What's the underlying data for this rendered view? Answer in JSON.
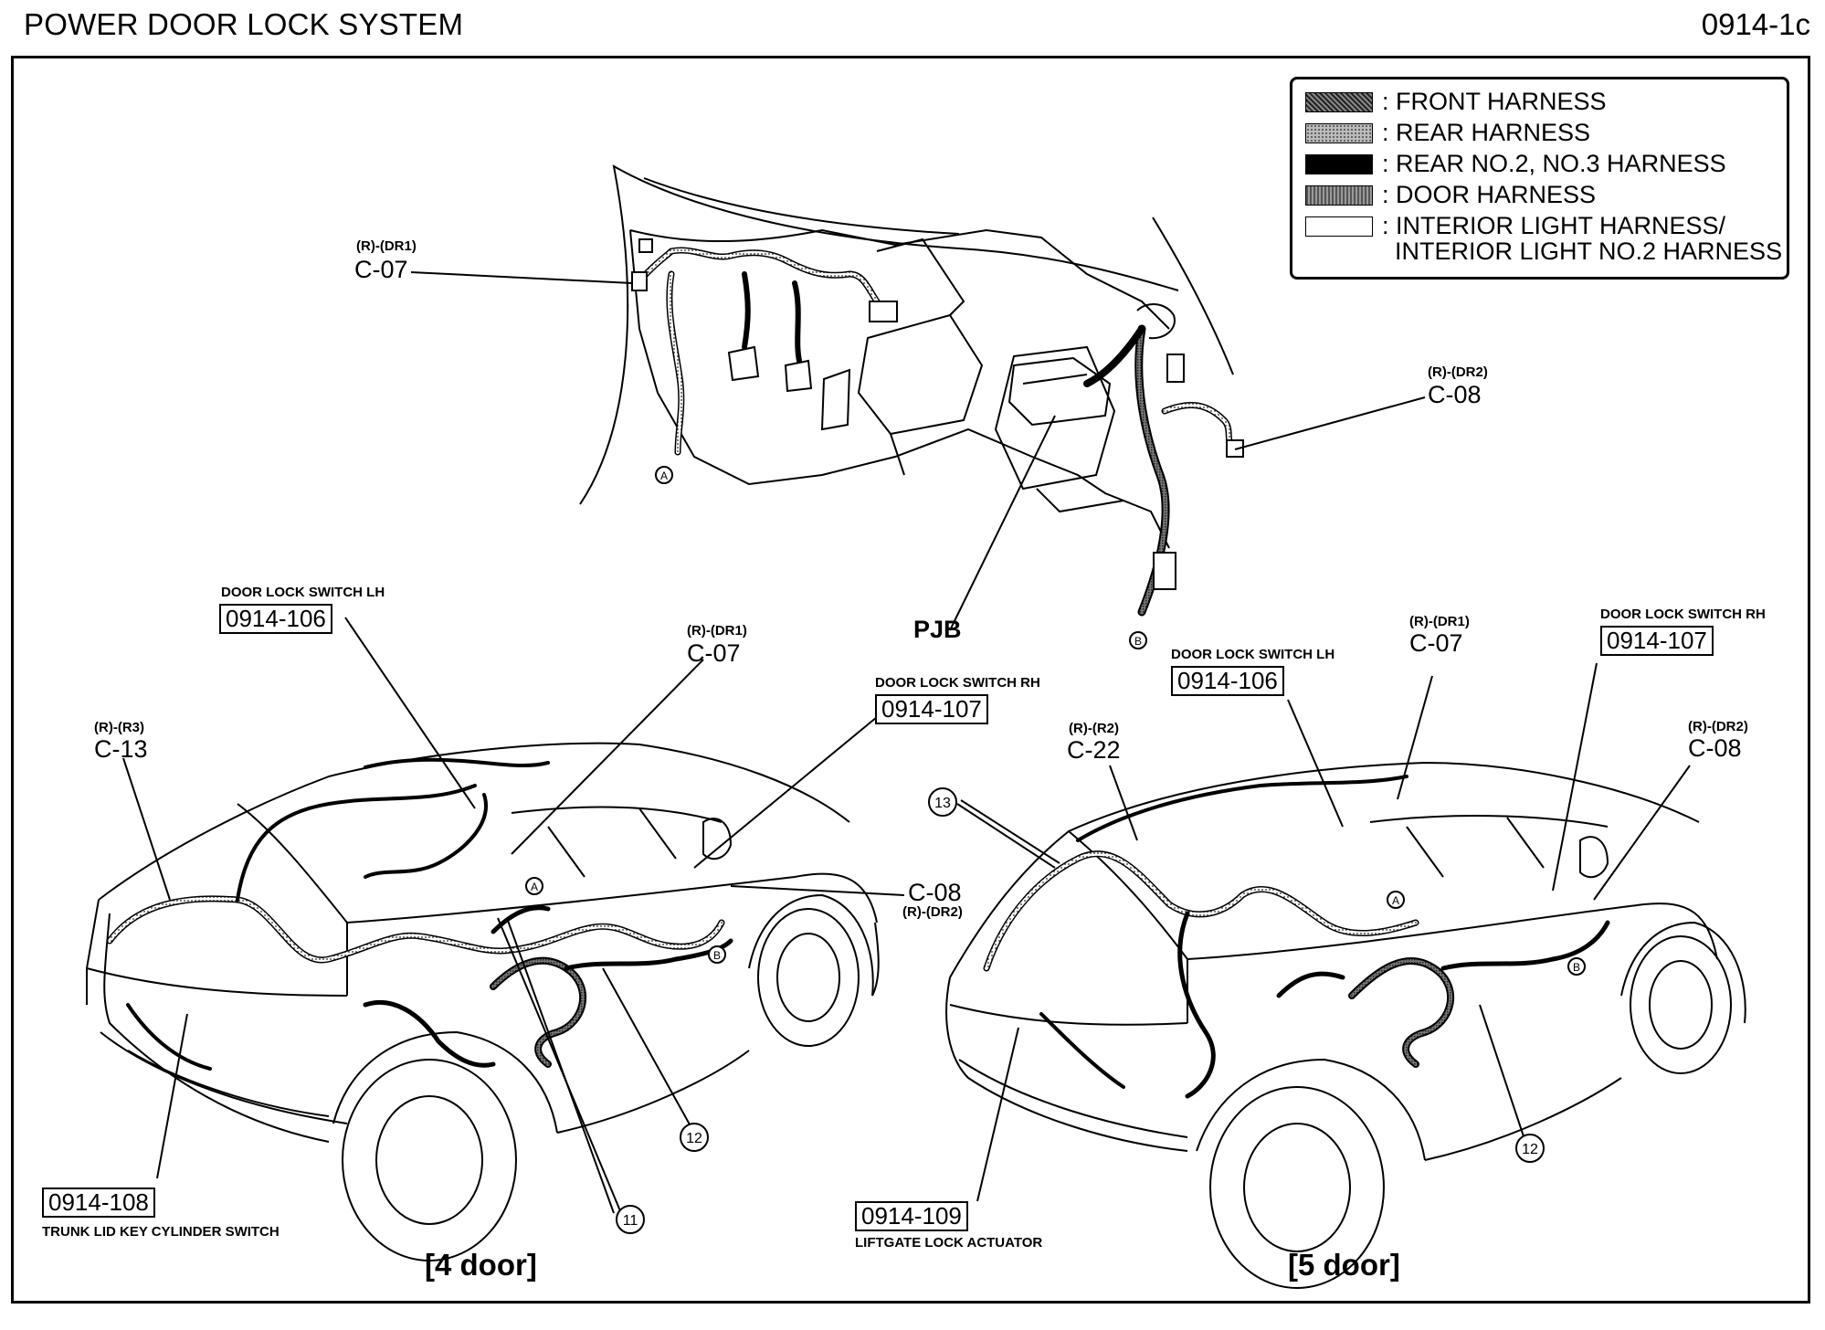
{
  "header": {
    "title": "POWER DOOR LOCK SYSTEM",
    "page_id": "0914-1c"
  },
  "legend": {
    "items": [
      {
        "label": ": FRONT HARNESS",
        "pattern": "dense-dark",
        "color": "#555555"
      },
      {
        "label": ": REAR HARNESS",
        "pattern": "light-dotted",
        "color": "#a8a8a8"
      },
      {
        "label": ": REAR NO.2, NO.3 HARNESS",
        "pattern": "solid-black",
        "color": "#000000"
      },
      {
        "label": ": DOOR HARNESS",
        "pattern": "medium-gray",
        "color": "#7a7a7a"
      },
      {
        "label": ": INTERIOR LIGHT HARNESS/",
        "label2": "INTERIOR LIGHT NO.2 HARNESS",
        "pattern": "outline-white",
        "color": "#ffffff"
      }
    ]
  },
  "callouts": {
    "top_c07_code": "(R)-(DR1)",
    "top_c07": "C-07",
    "top_c08_code": "(R)-(DR2)",
    "top_c08": "C-08",
    "pjb": "PJB",
    "marker_a": "A",
    "marker_b": "B",
    "four_door": {
      "door_lock_lh_label": "DOOR LOCK SWITCH LH",
      "door_lock_lh_ref": "0914-106",
      "c07_code": "(R)-(DR1)",
      "c07": "C-07",
      "door_lock_rh_label": "DOOR LOCK SWITCH RH",
      "door_lock_rh_ref": "0914-107",
      "c13_code": "(R)-(R3)",
      "c13": "C-13",
      "c08": "C-08",
      "c08_code": "(R)-(DR2)",
      "trunk_ref": "0914-108",
      "trunk_label": "TRUNK LID KEY CYLINDER SWITCH",
      "num_12": "12",
      "num_11": "11",
      "caption": "[4 door]"
    },
    "five_door": {
      "door_lock_lh_label": "DOOR LOCK SWITCH LH",
      "door_lock_lh_ref": "0914-106",
      "c07_code": "(R)-(DR1)",
      "c07": "C-07",
      "door_lock_rh_label": "DOOR LOCK SWITCH RH",
      "door_lock_rh_ref": "0914-107",
      "c22_code": "(R)-(R2)",
      "c22": "C-22",
      "c08_code": "(R)-(DR2)",
      "c08": "C-08",
      "num_13": "13",
      "num_12": "12",
      "liftgate_ref": "0914-109",
      "liftgate_label": "LIFTGATE LOCK ACTUATOR",
      "caption": "[5 door]"
    }
  }
}
